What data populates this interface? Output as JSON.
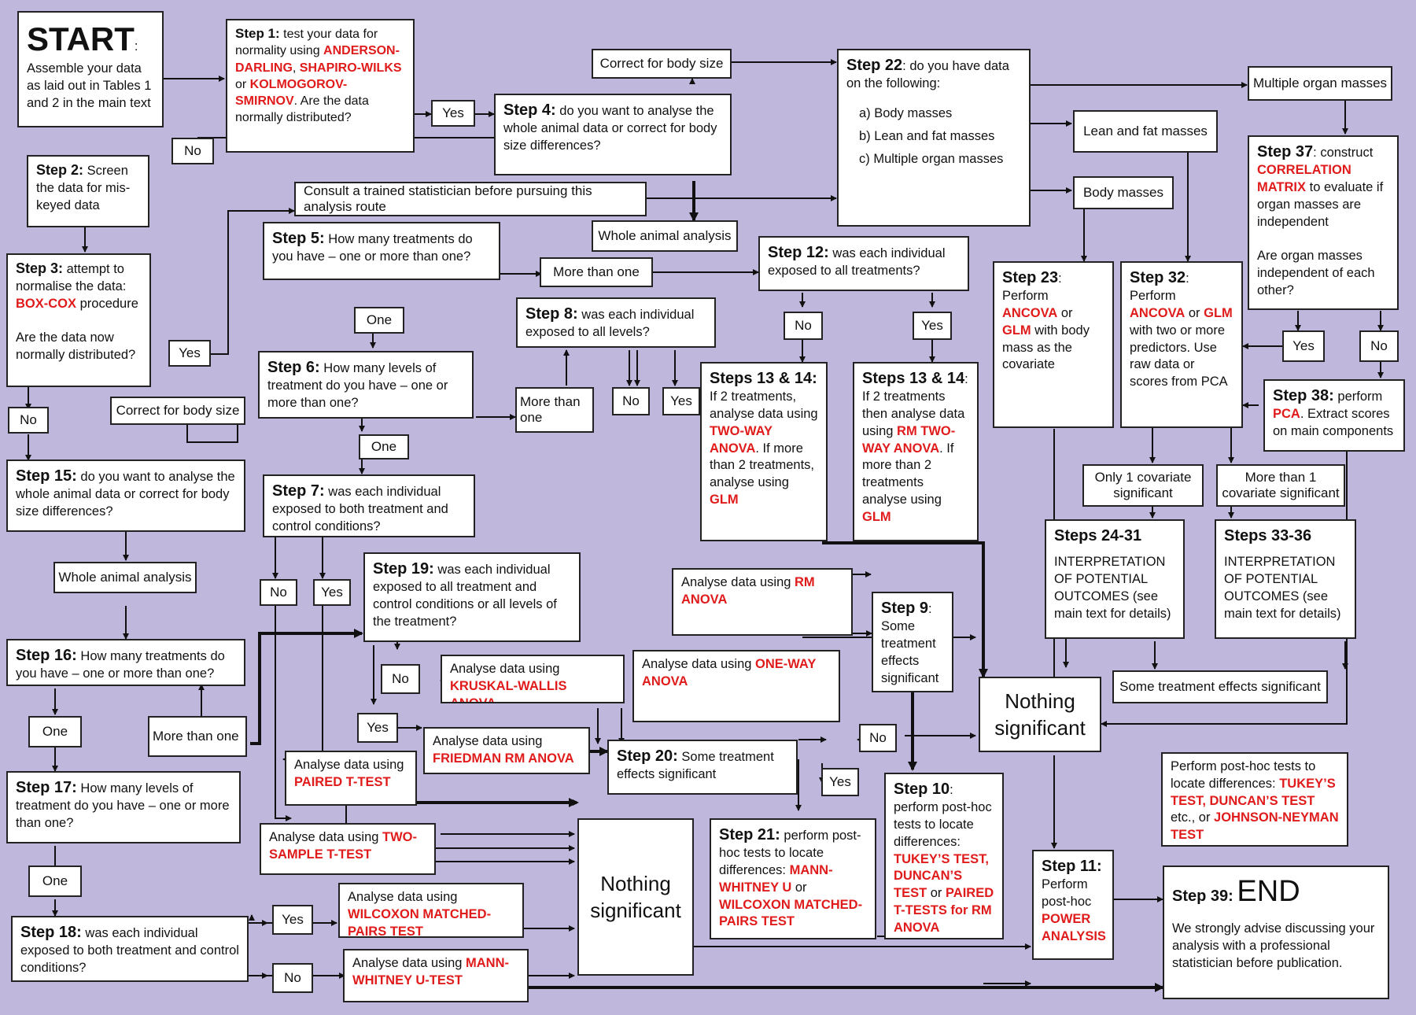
{
  "start": {
    "title": "START",
    "colon": ":",
    "text": "Assemble your data as laid out in Tables 1 and 2 in the main text"
  },
  "step1": {
    "h": "Step 1:",
    "t1": " test your data for normality using ",
    "r1": "ANDERSON-DARLING",
    "c1": ", ",
    "r2": "SHAPIRO-WILKS",
    "c2": " or ",
    "r3": "KOLMOGOROV-SMIRNOV",
    "t2": ". Are the data normally distributed?"
  },
  "step2": {
    "h": "Step 2:",
    "t": " Screen the data for mis-keyed data"
  },
  "step3": {
    "h": "Step 3:",
    "t1": " attempt to normalise the data: ",
    "r": "BOX-COX",
    "t2": " procedure",
    "t3": "Are the data now normally distributed?"
  },
  "step4": {
    "h": "Step 4:",
    "t": " do you want to analyse the whole animal data or correct for body size differences?"
  },
  "step5": {
    "h": "Step 5:",
    "t": " How many treatments do you have – one or more than one?"
  },
  "step6": {
    "h": "Step 6:",
    "t": " How many levels of treatment do you have – one or more than one?"
  },
  "step7": {
    "h": "Step 7:",
    "t": " was each individual exposed to both treatment and control conditions?"
  },
  "step8": {
    "h": "Step 8:",
    "t": " was each individual exposed to all levels?"
  },
  "step9": {
    "h": "Step 9",
    "c": ":",
    "t": " Some treatment effects significant"
  },
  "step10": {
    "h": "Step 10",
    "c": ":",
    "t1": " perform post-hoc tests to locate differences: ",
    "r1": "TUKEY’S TEST, DUNCAN’S TEST",
    "t2": " or ",
    "r2": "PAIRED T-TESTS for RM ANOVA"
  },
  "step11": {
    "h": "Step 11:",
    "t": " Perform post-hoc ",
    "r": "POWER ANALYSIS"
  },
  "step12": {
    "h": "Step 12:",
    "t": " was each individual exposed to all treatments?"
  },
  "step1314a": {
    "h": "Steps 13 & 14:",
    "t1": " If 2 treatments, analyse data using ",
    "r1": "TWO-WAY ANOVA",
    "t2": ". If more than 2 treatments, analyse using ",
    "r2": "GLM"
  },
  "step1314b": {
    "h": "Steps 13 & 14",
    "c": ":",
    "t1": " If 2 treatments then analyse data using ",
    "r1": "RM TWO-WAY ANOVA",
    "t2": ". If more than 2 treatments analyse using ",
    "r2": "GLM"
  },
  "step15": {
    "h": "Step 15:",
    "t": " do you want to analyse the whole animal data or correct for body size differences?"
  },
  "step16": {
    "h": "Step 16:",
    "t": " How many treatments do you have – one or more than one?"
  },
  "step17": {
    "h": "Step 17:",
    "t": " How many levels of treatment do you have – one or more than one?"
  },
  "step18": {
    "h": "Step 18:",
    "t": " was each individual exposed to both treatment and control conditions?"
  },
  "step19": {
    "h": "Step 19:",
    "t": " was each individual exposed to all treatment and control conditions or all levels of the treatment?"
  },
  "step20": {
    "h": "Step 20:",
    "t": " Some treatment effects significant"
  },
  "step21": {
    "h": "Step 21:",
    "t1": " perform post-hoc tests to locate differences: ",
    "r1": "MANN-WHITNEY U",
    "t2": " or ",
    "r2": "WILCOXON MATCHED-PAIRS TEST"
  },
  "step22": {
    "h": "Step 22",
    "c": ":",
    "t": " do you have data on the following:",
    "a": "a)  Body masses",
    "b": "b)  Lean and fat masses",
    "cc": "c)  Multiple organ masses"
  },
  "step23": {
    "h": "Step 23",
    "c": ":",
    "t1": " Perform ",
    "r1": "ANCOVA",
    "t2": " or ",
    "r2": "GLM",
    "t3": " with body mass as the covariate"
  },
  "step2431": {
    "h": "Steps 24-31",
    "t": "INTERPRETATION OF POTENTIAL OUTCOMES (see main text for details)"
  },
  "step32": {
    "h": "Step 32",
    "c": ":",
    "t1": " Perform ",
    "r1": "ANCOVA",
    "t2": " or ",
    "r2": "GLM",
    "t3": " with two or more predictors. Use raw data or scores from PCA"
  },
  "step3336": {
    "h": "Steps 33-36",
    "t": "INTERPRETATION OF POTENTIAL OUTCOMES (see main text for details)"
  },
  "step37": {
    "h": "Step 37",
    "c": ":",
    "t1": " construct ",
    "r": "CORRELATION MATRIX",
    "t2": " to evaluate if organ masses are independent",
    "t3": "Are organ masses independent of each other?"
  },
  "step38": {
    "h": "Step 38:",
    "t1": " perform ",
    "r": "PCA",
    "t2": ". Extract scores on main components"
  },
  "step39": {
    "h": "Step 39:",
    "end": "END",
    "t": "We strongly advise discussing your analysis with a professional statistician before publication."
  },
  "posthoc": {
    "t1": "Perform post-hoc tests to locate differences: ",
    "r1": "TUKEY’S TEST, DUNCAN’S TEST",
    "t2": " etc., or ",
    "r2": "JOHNSON-NEYMAN TEST"
  },
  "analyses": {
    "kruskal": {
      "t": "Analyse data using ",
      "r": "KRUSKAL-WALLIS ANOVA"
    },
    "friedman": {
      "t": "Analyse data using ",
      "r": "FRIEDMAN RM ANOVA"
    },
    "paired": {
      "t": "Analyse data using ",
      "r": "PAIRED T-TEST"
    },
    "twosample": {
      "t": "Analyse data using ",
      "r": "TWO-SAMPLE T-TEST"
    },
    "wilcoxon": {
      "t": "Analyse data using ",
      "r": "WILCOXON MATCHED-PAIRS TEST"
    },
    "mannwhitney": {
      "t": "Analyse data using ",
      "r": "MANN-WHITNEY U-TEST"
    },
    "rmanova": {
      "t": "Analyse data using ",
      "r": "RM ANOVA"
    },
    "oneway": {
      "t": "Analyse data using ",
      "r": "ONE-WAY ANOVA"
    }
  },
  "nothing": "Nothing significant",
  "labels": {
    "yes": "Yes",
    "no": "No",
    "one": "One",
    "more_than_one": "More than one",
    "correct_body_size": "Correct for body size",
    "whole_animal": "Whole animal analysis",
    "consult": "Consult a trained statistician before pursuing this analysis route",
    "multiple_organ": "Multiple organ masses",
    "lean_fat": "Lean and fat masses",
    "body_masses": "Body masses",
    "only1cov": "Only 1 covariate significant",
    "more1cov": "More than 1 covariate significant",
    "some_effects": "Some treatment effects significant"
  },
  "colors": {
    "background": "#bfb8dc",
    "accent": "#e01b1b",
    "line": "#111111"
  }
}
